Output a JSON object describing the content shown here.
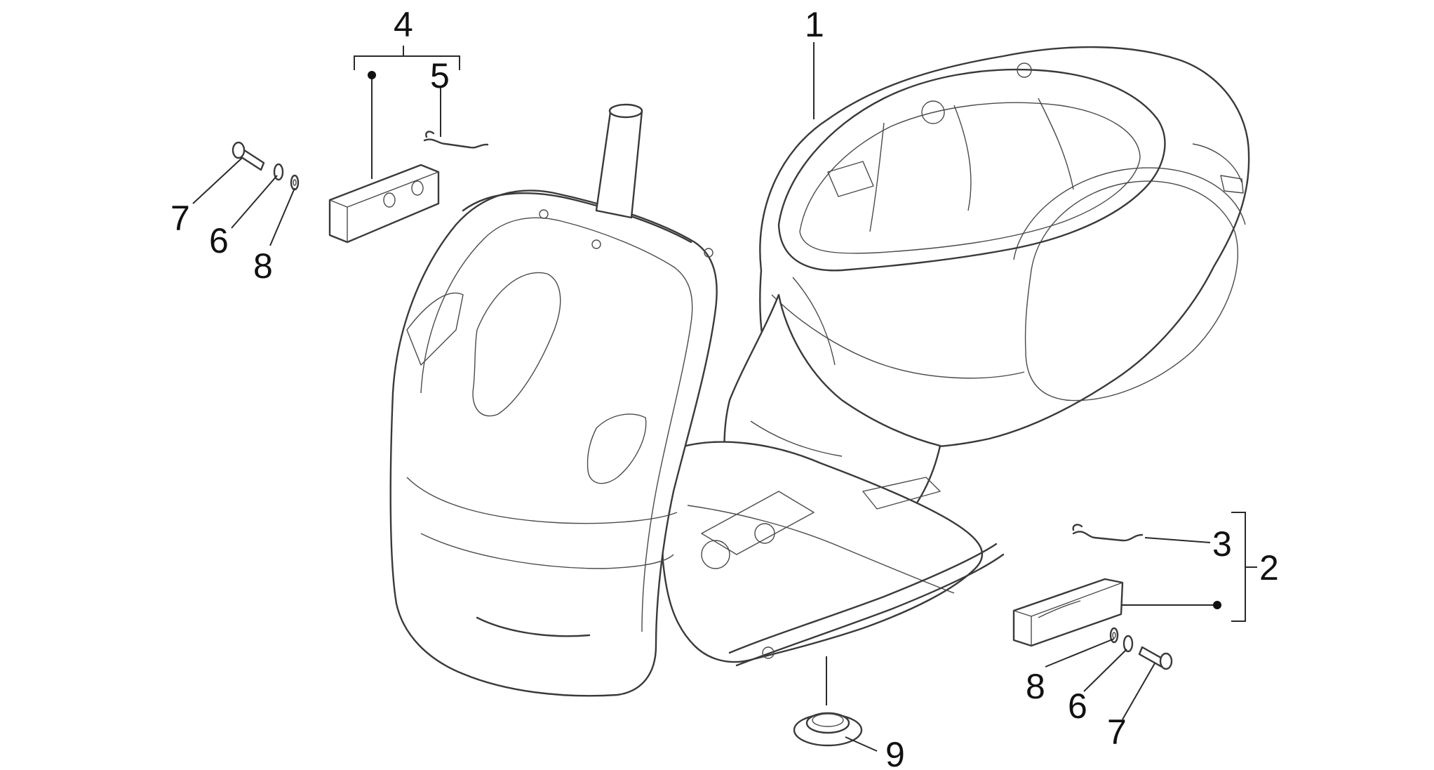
{
  "callouts": {
    "c1": "1",
    "c2": "2",
    "c3": "3",
    "c4": "4",
    "c5": "5",
    "c6_left": "6",
    "c6_right": "6",
    "c7_left": "7",
    "c7_right": "7",
    "c8_left": "8",
    "c8_right": "8",
    "c9": "9"
  },
  "colors": {
    "line": "#3a3a3a",
    "background": "#ffffff",
    "text": "#111111"
  }
}
